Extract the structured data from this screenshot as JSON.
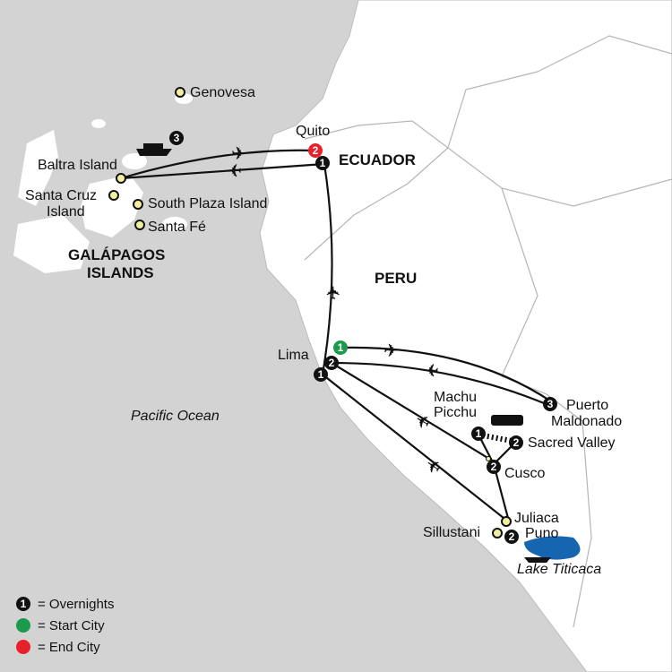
{
  "map": {
    "regions": {
      "ecuador": "ECUADOR",
      "peru": "PERU",
      "galapagos_line1": "GALÁPAGOS",
      "galapagos_line2": "ISLANDS"
    },
    "water": {
      "pacific": "Pacific Ocean",
      "titicaca": "Lake Titicaca"
    },
    "places": {
      "genovesa": "Genovesa",
      "quito": "Quito",
      "baltra": "Baltra Island",
      "santa_cruz_1": "Santa Cruz",
      "santa_cruz_2": "Island",
      "south_plaza": "South Plaza Island",
      "santa_fe": "Santa Fé",
      "lima": "Lima",
      "machu_1": "Machu",
      "machu_2": "Picchu",
      "puerto_1": "Puerto",
      "puerto_2": "Maldonado",
      "sacred_valley": "Sacred Valley",
      "cusco": "Cusco",
      "juliaca": "Juliaca",
      "puno": "Puno",
      "sillustani": "Sillustani"
    },
    "nights": {
      "cruise": "3",
      "quito_end": "2",
      "quito": "1",
      "lima_start": "1",
      "lima_2": "2",
      "lima_1": "1",
      "puerto": "3",
      "machu": "1",
      "sacred": "2",
      "cusco": "2",
      "puno": "2"
    },
    "colors": {
      "overnight": "#111111",
      "start": "#1a9a4a",
      "end": "#e8202a",
      "ocean": "#d3d3d3",
      "lake": "#1565b0",
      "poi": "#f3efa0"
    }
  },
  "legend": [
    {
      "num": "1",
      "color": "#111111",
      "label": "= Overnights"
    },
    {
      "num": "",
      "color": "#1a9a4a",
      "label": "= Start City"
    },
    {
      "num": "",
      "color": "#e8202a",
      "label": "= End City"
    }
  ]
}
